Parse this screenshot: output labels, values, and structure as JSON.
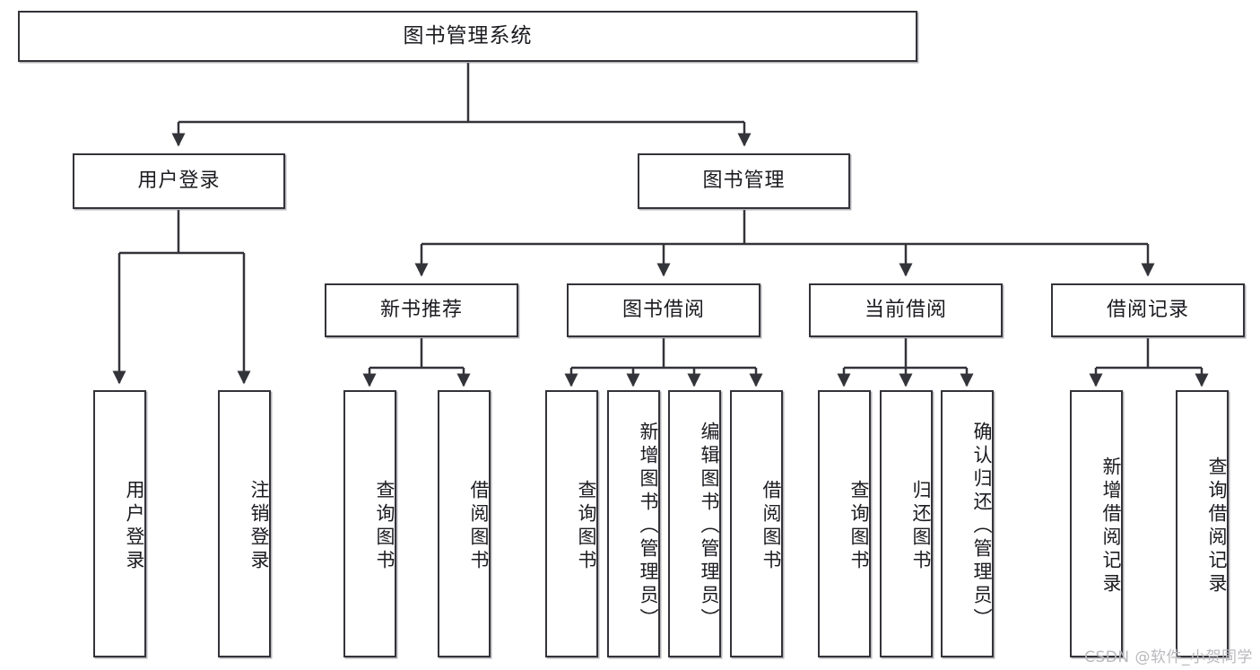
{
  "diagram": {
    "title": "图书管理系统",
    "type": "tree",
    "watermark": "CSDN @软件_小贺同学",
    "root": {
      "label": "图书管理系统"
    },
    "level2": [
      {
        "id": "user-login",
        "label": "用户登录"
      },
      {
        "id": "book-manage",
        "label": "图书管理"
      }
    ],
    "level3": [
      {
        "id": "new-book-recommend",
        "label": "新书推荐",
        "parent": "book-manage"
      },
      {
        "id": "book-borrow",
        "label": "图书借阅",
        "parent": "book-manage"
      },
      {
        "id": "current-borrow",
        "label": "当前借阅",
        "parent": "book-manage"
      },
      {
        "id": "borrow-record",
        "label": "借阅记录",
        "parent": "book-manage"
      }
    ],
    "leaves": {
      "user-login": [
        {
          "id": "leaf-user-login",
          "label": "用户登录"
        },
        {
          "id": "leaf-user-logout",
          "label": "注销登录"
        }
      ],
      "new-book-recommend": [
        {
          "id": "leaf-query-book-1",
          "label": "查询图书"
        },
        {
          "id": "leaf-borrow-book-1",
          "label": "借阅图书"
        }
      ],
      "book-borrow": [
        {
          "id": "leaf-query-book-2",
          "label": "查询图书"
        },
        {
          "id": "leaf-add-book",
          "label": "新增图书（管理员）"
        },
        {
          "id": "leaf-edit-book",
          "label": "编辑图书（管理员）"
        },
        {
          "id": "leaf-borrow-book-2",
          "label": "借阅图书"
        }
      ],
      "current-borrow": [
        {
          "id": "leaf-query-book-3",
          "label": "查询图书"
        },
        {
          "id": "leaf-return-book",
          "label": "归还图书"
        },
        {
          "id": "leaf-confirm-return",
          "label": "确认归还（管理员）"
        }
      ],
      "borrow-record": [
        {
          "id": "leaf-add-record",
          "label": "新增借阅记录"
        },
        {
          "id": "leaf-query-record",
          "label": "查询借阅记录"
        }
      ]
    },
    "colors": {
      "stroke": "#33333a",
      "fill": "#ffffff",
      "text": "#1b1b20",
      "watermark": "#b9b9bd"
    }
  }
}
